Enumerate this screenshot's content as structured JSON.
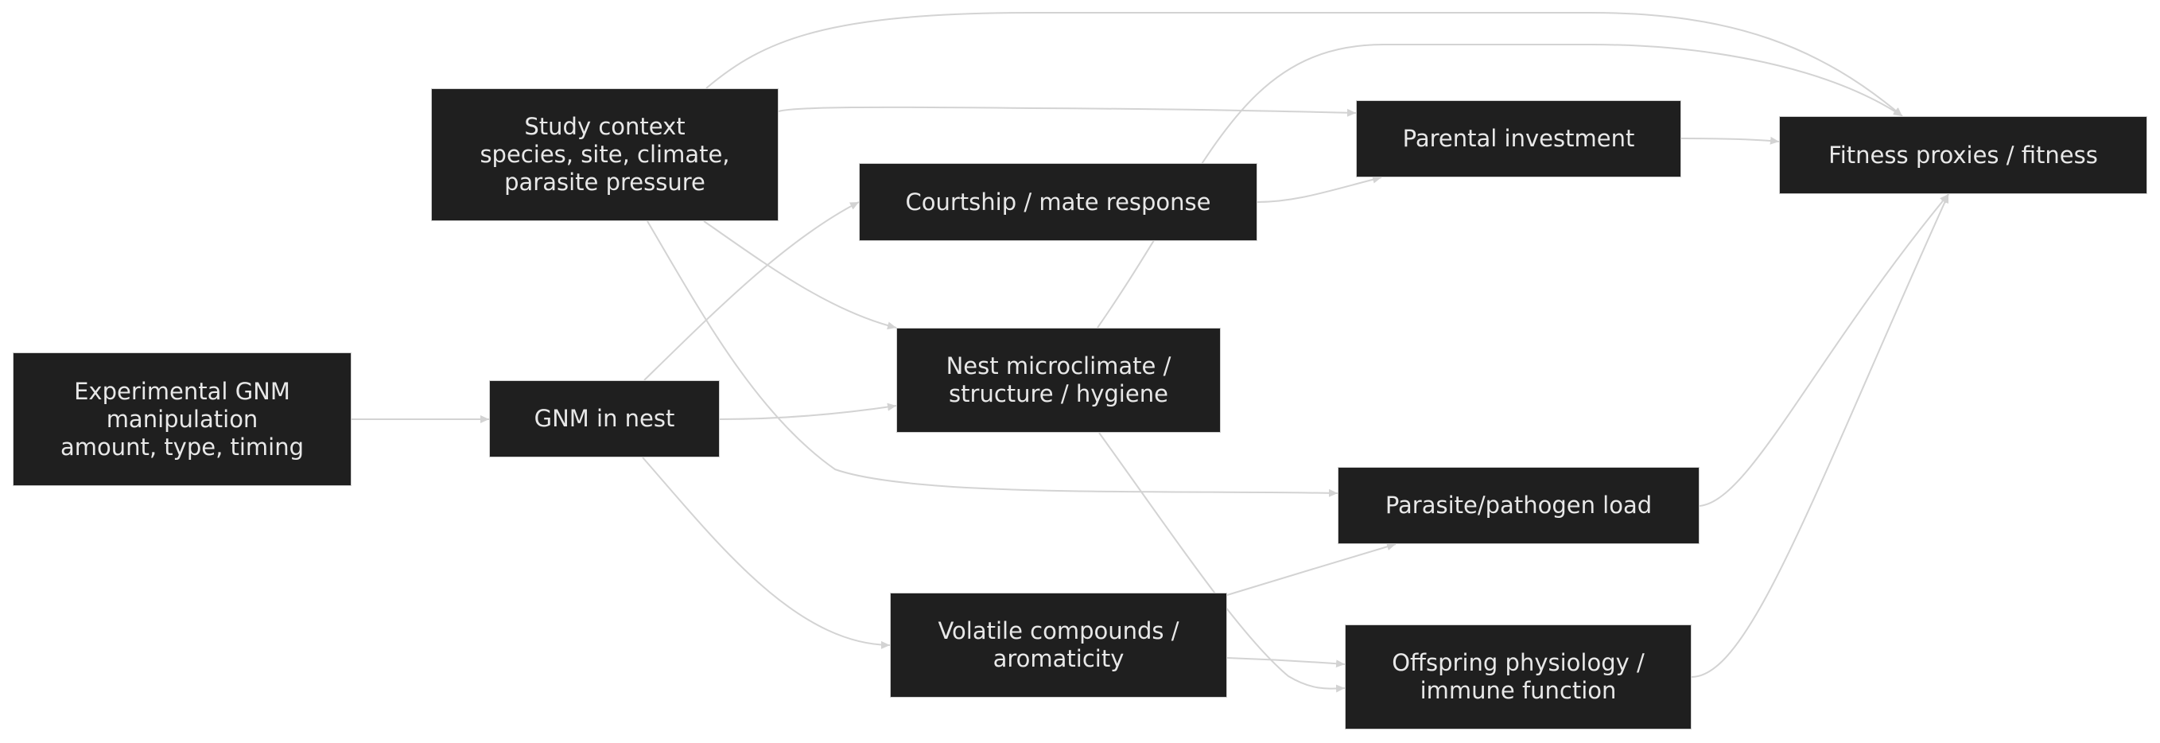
{
  "diagram": {
    "type": "flowchart",
    "colors": {
      "node_fill": "#1f1f1f",
      "node_border": "#cfcfcf",
      "node_text": "#e8e8e8",
      "edge": "#d3d3d3",
      "background": "#ffffff"
    },
    "nodes": {
      "gnm_manipulation": {
        "lines": [
          "Experimental GNM",
          "manipulation",
          "amount, type, timing"
        ]
      },
      "gnm_in_nest": {
        "lines": [
          "GNM in nest"
        ]
      },
      "study_context": {
        "lines": [
          "Study context",
          "species, site, climate,",
          "parasite pressure"
        ]
      },
      "courtship": {
        "lines": [
          "Courtship / mate response"
        ]
      },
      "nest_microclimate": {
        "lines": [
          "Nest microclimate /",
          "structure / hygiene"
        ]
      },
      "volatile": {
        "lines": [
          "Volatile compounds /",
          "aromaticity"
        ]
      },
      "parental": {
        "lines": [
          "Parental investment"
        ]
      },
      "parasite": {
        "lines": [
          "Parasite/pathogen load"
        ]
      },
      "offspring": {
        "lines": [
          "Offspring physiology /",
          "immune function"
        ]
      },
      "fitness": {
        "lines": [
          "Fitness proxies / fitness"
        ]
      }
    },
    "edges": [
      {
        "from": "gnm_manipulation",
        "to": "gnm_in_nest"
      },
      {
        "from": "gnm_in_nest",
        "to": "courtship"
      },
      {
        "from": "gnm_in_nest",
        "to": "nest_microclimate"
      },
      {
        "from": "gnm_in_nest",
        "to": "volatile"
      },
      {
        "from": "study_context",
        "to": "fitness"
      },
      {
        "from": "study_context",
        "to": "parental"
      },
      {
        "from": "study_context",
        "to": "nest_microclimate"
      },
      {
        "from": "study_context",
        "to": "parasite"
      },
      {
        "from": "courtship",
        "to": "parental"
      },
      {
        "from": "nest_microclimate",
        "to": "fitness"
      },
      {
        "from": "nest_microclimate",
        "to": "offspring"
      },
      {
        "from": "volatile",
        "to": "parasite"
      },
      {
        "from": "volatile",
        "to": "offspring"
      },
      {
        "from": "parental",
        "to": "fitness"
      },
      {
        "from": "parasite",
        "to": "fitness"
      },
      {
        "from": "offspring",
        "to": "fitness"
      }
    ]
  }
}
